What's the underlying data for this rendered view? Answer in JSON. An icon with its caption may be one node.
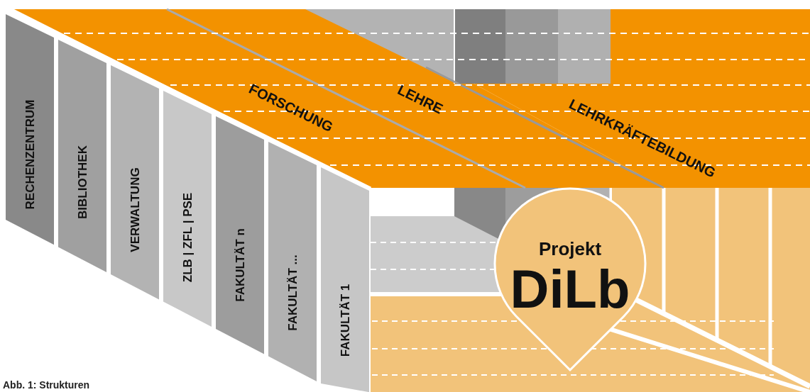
{
  "diagram": {
    "caption": "Abb. 1: Strukturen",
    "nodes": [
      {
        "text": [
          "RECHENZENTRUM"
        ]
      },
      {
        "text": [
          "BIBLIOTHEK"
        ]
      },
      {
        "text": [
          "VERWALTUNG"
        ]
      },
      {
        "text": [
          "ZLB | ZFL | PSE"
        ]
      },
      {
        "text": [
          "FAKULTÄT n"
        ]
      },
      {
        "text": [
          "FAKULTÄT ..."
        ]
      },
      {
        "text": [
          "FAKULTÄT 1"
        ]
      },
      {
        "text": [
          "FORSCHUNG"
        ]
      },
      {
        "text": [
          "LEHRE"
        ]
      },
      {
        "text": [
          "LEHRKRÄFTEBILDUNG"
        ]
      },
      {
        "text": [
          "Projekt",
          "DiLb"
        ]
      }
    ]
  }
}
